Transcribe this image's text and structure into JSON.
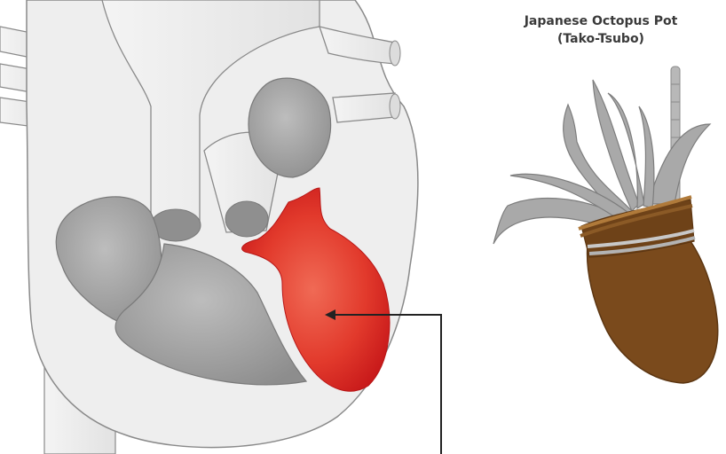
{
  "label": {
    "line1": "Japanese Octopus Pot",
    "line2": "(Tako-Tsubo)"
  },
  "colors": {
    "heart_outline": "#8a8a8a",
    "heart_fill": "#eeeeee",
    "chamber_gray": "#9e9e9e",
    "chamber_red": "#e03a2e",
    "pot_brown": "#7a4a1c",
    "rope_tan": "#b07a3a",
    "tentacle_gray": "#a9a9a9",
    "arrow": "#222222"
  },
  "icons": [
    "heart-illustration",
    "octopus-pot-illustration",
    "pointer-arrow"
  ]
}
